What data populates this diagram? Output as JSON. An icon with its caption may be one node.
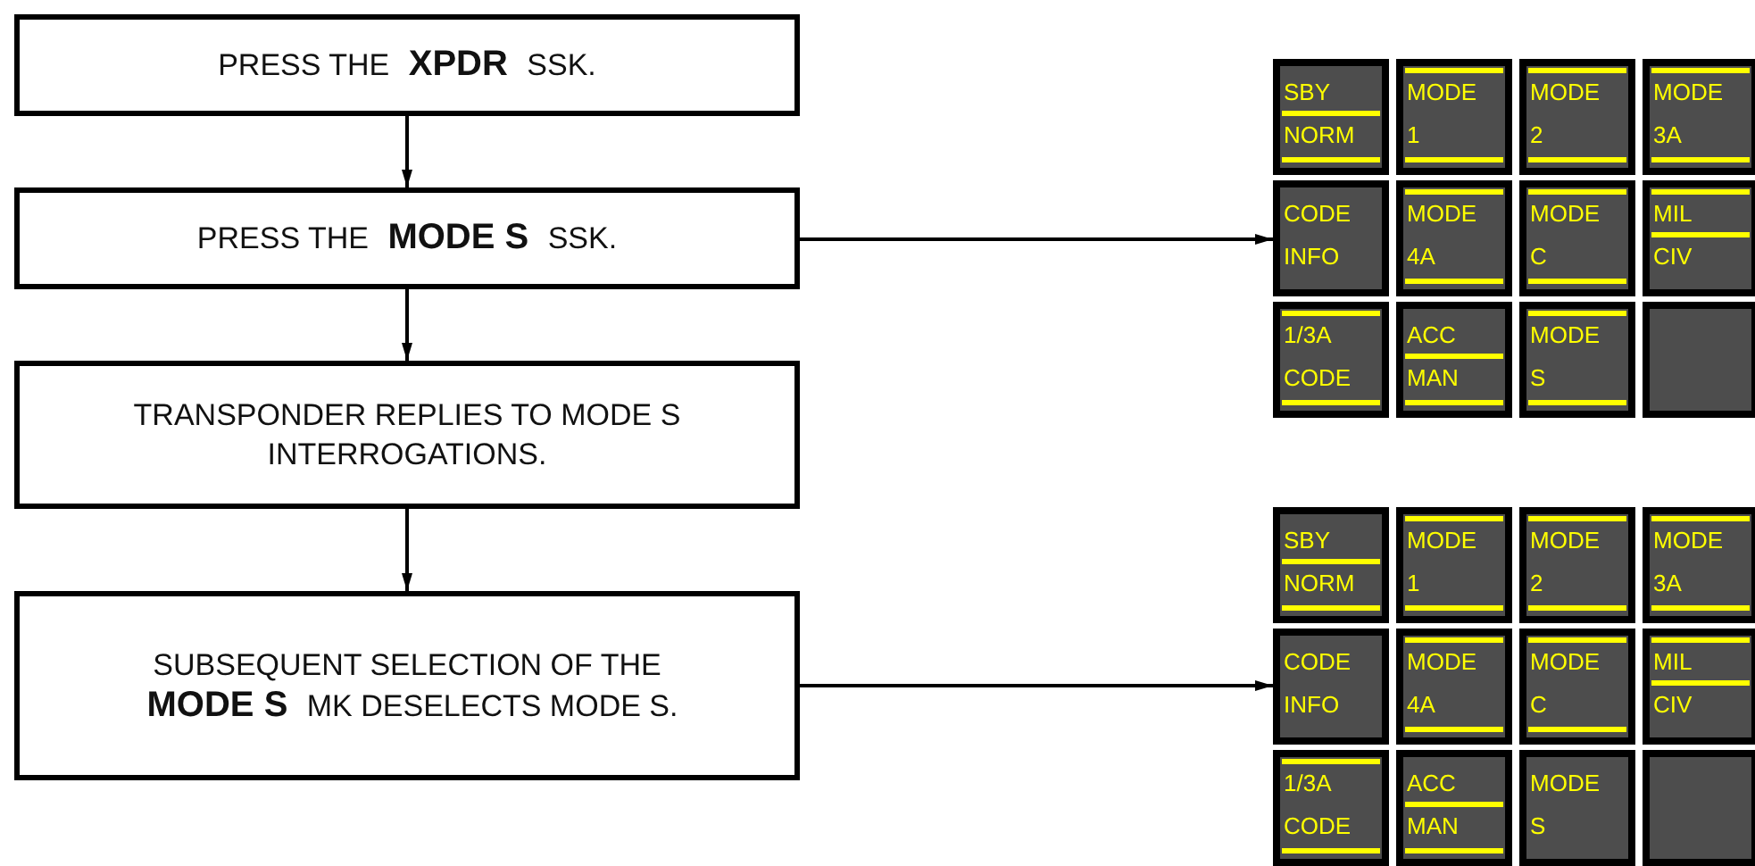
{
  "diagram": {
    "nodes": [
      {
        "text": [
          "PRESS THE **XPDR** SSK."
        ]
      },
      {
        "text": [
          "PRESS THE **MODE S** SSK."
        ]
      },
      {
        "text": [
          "TRANSPONDER REPLIES TO MODE S INTERROGATIONS."
        ]
      },
      {
        "text": [
          "SUBSEQUENT SELECTION OF THE **MODE S** MK DESELECTS MODE S."
        ]
      },
      {
        "text": [
          "SBY",
          "NORM"
        ]
      },
      {
        "text": [
          "MODE",
          "1"
        ]
      },
      {
        "text": [
          "MODE",
          "2"
        ]
      },
      {
        "text": [
          "MODE",
          "3A"
        ]
      },
      {
        "text": [
          "CODE",
          "INFO"
        ]
      },
      {
        "text": [
          "MODE",
          "4A"
        ]
      },
      {
        "text": [
          "MODE",
          "C"
        ]
      },
      {
        "text": [
          "MIL",
          "CIV"
        ]
      },
      {
        "text": [
          "1/3A",
          "CODE"
        ]
      },
      {
        "text": [
          "ACC",
          "MAN"
        ]
      },
      {
        "text": [
          "MODE",
          "S"
        ]
      },
      {
        "text": [],
        "shape": "box"
      },
      {
        "text": [
          "SBY",
          "NORM"
        ]
      },
      {
        "text": [
          "MODE",
          "1"
        ]
      },
      {
        "text": [
          "MODE",
          "2"
        ]
      },
      {
        "text": [
          "MODE",
          "3A"
        ]
      },
      {
        "text": [
          "CODE",
          "INFO"
        ]
      },
      {
        "text": [
          "MODE",
          "4A"
        ]
      },
      {
        "text": [
          "MODE",
          "C"
        ]
      },
      {
        "text": [
          "MIL",
          "CIV"
        ]
      },
      {
        "text": [
          "1/3A",
          "CODE"
        ]
      },
      {
        "text": [
          "ACC",
          "MAN"
        ]
      },
      {
        "text": [
          "MODE",
          "S"
        ]
      },
      {
        "text": [],
        "shape": "box"
      }
    ],
    "edges": [
      {
        "from": 0,
        "to": 1,
        "arrow": "to"
      },
      {
        "from": 1,
        "to": 2,
        "arrow": "to"
      },
      {
        "from": 2,
        "to": 3,
        "arrow": "to"
      },
      {
        "from": 1,
        "to": 8,
        "arrow": "to"
      },
      {
        "from": 3,
        "to": 20,
        "arrow": "to"
      }
    ]
  }
}
